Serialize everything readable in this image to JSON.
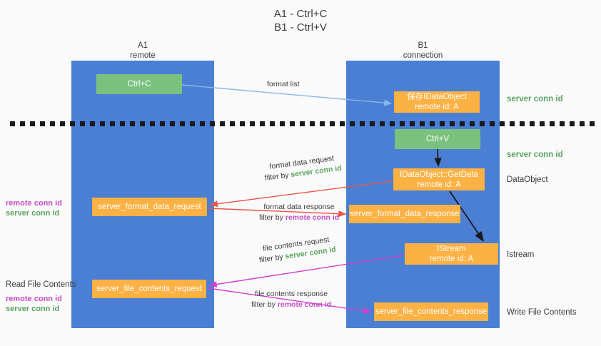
{
  "title": "A1 - Ctrl+C\nB1 - Ctrl+V",
  "columns": {
    "left": {
      "name": "A1",
      "role": "remote",
      "label": "A1\nremote"
    },
    "right": {
      "name": "B1",
      "role": "connection",
      "label": "B1\nconnection"
    }
  },
  "colors": {
    "lane": "#4a7fd4",
    "green_box": "#7ac17e",
    "orange_box": "#fbb143",
    "server_conn": "#5aa45f",
    "remote_conn": "#c44ec4",
    "background": "#fafafa",
    "arrow_format_list": "#8ab6e8",
    "arrow_format_data": "#e8564a",
    "arrow_file_contents": "#d23fd2",
    "arrow_internal": "#1a1a1a",
    "dashed_line": "#1a1a1a"
  },
  "nodes": {
    "ctrl_c": {
      "label": "Ctrl+C",
      "kind": "green"
    },
    "idataobject": {
      "label": "保存IDataObject\nremote id: A",
      "kind": "orange"
    },
    "ctrl_v": {
      "label": "Ctrl+V",
      "kind": "green"
    },
    "getdata": {
      "label": "IDataObject::GetData\nremote id: A",
      "kind": "orange"
    },
    "format_data_request": {
      "label": "server_format_data_request",
      "kind": "orange"
    },
    "format_data_response": {
      "label": "server_format_data_response",
      "kind": "orange"
    },
    "istream": {
      "label": "IStream\nremote id: A",
      "kind": "orange"
    },
    "file_contents_request": {
      "label": "server_file_contents_request",
      "kind": "orange"
    },
    "file_contents_response": {
      "label": "server_file_contents_response",
      "kind": "orange"
    }
  },
  "side_notes": {
    "server_conn_top": "server conn id",
    "server_conn_paste": "server conn id",
    "dataobject": "DataObject",
    "istream": "Istream",
    "write_file_contents": "Write File Contents",
    "read_file_contents": "Read File Contents",
    "remote_conn_id": "remote conn id",
    "server_conn_id": "server conn id"
  },
  "edge_labels": {
    "format_list": "format list",
    "format_data_request": {
      "line1": "format data request",
      "filter_prefix": "filter by ",
      "filter_value": "server conn id"
    },
    "format_data_response": {
      "line1": "format data response",
      "filter_prefix": "filter by ",
      "filter_value": "remote conn id"
    },
    "file_contents_request": {
      "line1": "file contents request",
      "filter_prefix": "filter by ",
      "filter_value": "server conn id"
    },
    "file_contents_response": {
      "line1": "file contents response",
      "filter_prefix": "filter by ",
      "filter_value": "remote conn id"
    }
  }
}
